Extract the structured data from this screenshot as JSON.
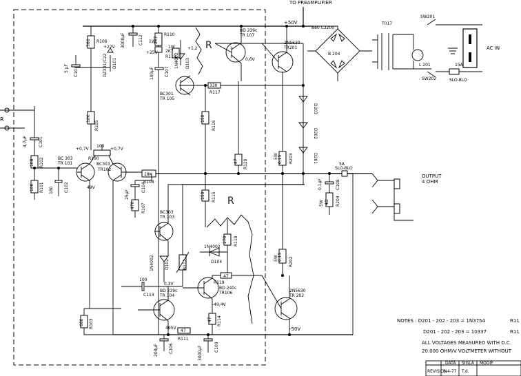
{
  "header": {
    "to_preamp": "TO PREAMPLIFIER"
  },
  "rails": {
    "pos": "+50V",
    "neg": "-50V"
  },
  "power": {
    "transformer": "T017",
    "bridge_line1": "B80 C3200",
    "bridge_line2": "B 204",
    "switch1": "SW201",
    "switch2": "SW202",
    "ac_in": "AC IN",
    "lamp": "L 201",
    "fuse": "15A",
    "fuse_type": "SLO-BLO"
  },
  "output": {
    "label1": "OUTPUT",
    "label2": "4 OHM",
    "fuse_value": "5A",
    "fuse_type": "SLO-BLO",
    "cap_value": "0,1µF",
    "cap_name": "C108",
    "res_power": "5W",
    "res_value": "4Ω",
    "res_name": "R204"
  },
  "input": {
    "edge": "R",
    "cap_value": "4,7µF",
    "cap_name": "C101"
  },
  "transistors": [
    {
      "line1": "BD 239c",
      "line2": "TR 107"
    },
    {
      "line1": "2N5630",
      "line2": "TR201"
    },
    {
      "line1": "BC301",
      "line2": "TR 105"
    },
    {
      "line1": "BC 303",
      "line2": "TR 101"
    },
    {
      "line1": "BC303",
      "line2": "TR102"
    },
    {
      "line1": "BC303",
      "line2": "TR 103"
    },
    {
      "line1": "BD 239c",
      "line2": "TR 104"
    },
    {
      "line1": "BD 240c",
      "line2": "TR106"
    },
    {
      "line1": "2N5630",
      "line2": "TR 202"
    }
  ],
  "resistors": [
    {
      "value": "560",
      "name": "R106"
    },
    {
      "value": "2K7",
      "name": "R110"
    },
    {
      "value": "2K7",
      "name": "R119"
    },
    {
      "value": "330",
      "name": "R117"
    },
    {
      "value": "10K",
      "name": "R105"
    },
    {
      "value": "150",
      "name": "R116"
    },
    {
      "value": "47",
      "name": "R120"
    },
    {
      "value": "0,15",
      "name": "R203"
    },
    {
      "value": "1K8",
      "name": "R102"
    },
    {
      "value": "10K",
      "name": "R101"
    },
    {
      "value": "18K",
      "name": "R108"
    },
    {
      "value": "470",
      "name": "R107"
    },
    {
      "value": "150",
      "name": "R115"
    },
    {
      "value": "270",
      "name": "R118"
    },
    {
      "value": "47",
      "name": "R119"
    },
    {
      "value": "0,15",
      "name": "R202"
    },
    {
      "value": "680",
      "name": "R103"
    },
    {
      "value": "47",
      "name": "R111"
    },
    {
      "value": "47",
      "name": "R114"
    }
  ],
  "capacitors": [
    {
      "value": "5 µF",
      "name": "C103"
    },
    {
      "value": "3000µF",
      "name": "C112"
    },
    {
      "value": "100µF",
      "name": "C107"
    },
    {
      "value": "180",
      "name": "C102"
    },
    {
      "value": "25µF",
      "name": "C104"
    },
    {
      "value": "100",
      "name": "C113"
    },
    {
      "value": "200µF",
      "name": "C106"
    },
    {
      "value": "3000µF",
      "name": "C109"
    }
  ],
  "diodes": [
    {
      "value": "DZX91/C22",
      "name": "D101"
    },
    {
      "value": "1N4002",
      "name": "D103"
    },
    {
      "value": "D203"
    },
    {
      "value": "D202"
    },
    {
      "value": "D201"
    },
    {
      "value": "1N4002",
      "name": "D102"
    },
    {
      "value": "1N4002",
      "name": "D104"
    }
  ],
  "voltages": {
    "v22": "+22V",
    "v1w": "1W",
    "v1w2": "1W",
    "v25": "+25V",
    "v12": "+1,2",
    "v06": "0,6V",
    "v07a": "+0,7V",
    "v07b": "+0,7V",
    "pot": "100",
    "pot_name": "R100",
    "v49": "49V",
    "v03": "0,3V",
    "v494": "-49,4V",
    "v495": "495V",
    "r112": "R112",
    "w5a": "5W",
    "w5b": "5W"
  },
  "annotations": {
    "r_top": "R",
    "r_mid": "R"
  },
  "notes": {
    "line1": "NOTES : D201 - 202 - 203 = 1N3754",
    "line1b": "R11",
    "line2": "D201 - 202 - 203 = 10337",
    "line2b": "R11",
    "line3": "ALL VOLTAGES MEASURED WITH D.C.",
    "line4": "20.000 OHM/V VOLTMETER WITHOUT"
  },
  "title_block": {
    "h1": "DATA",
    "h2": "SIGLA",
    "h3": "MODIF",
    "rev": "REVISION",
    "date": "3-4-77",
    "sig": "T.d."
  }
}
